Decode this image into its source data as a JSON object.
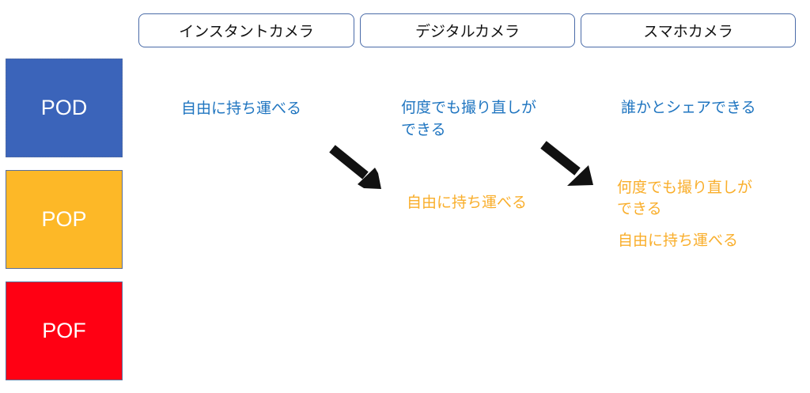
{
  "headers": [
    "インスタントカメラ",
    "デジタルカメラ",
    "スマホカメラ"
  ],
  "rows": [
    {
      "label": "POD",
      "color": "#3B64BA"
    },
    {
      "label": "POP",
      "color": "#FDB827"
    },
    {
      "label": "POF",
      "color": "#FF0013"
    }
  ],
  "pod": {
    "instant": "自由に持ち運べる",
    "digital_line1": "何度でも撮り直しが",
    "digital_line2": "できる",
    "smartphone": "誰かとシェアできる"
  },
  "pop": {
    "digital": "自由に持ち運べる",
    "smartphone_line1": "何度でも撮り直しが",
    "smartphone_line2": "できる",
    "smartphone_2": "自由に持ち運べる"
  },
  "colors": {
    "text_blue": "#1F75C0",
    "text_orange": "#F9AE2B",
    "arrow": "#111111"
  }
}
